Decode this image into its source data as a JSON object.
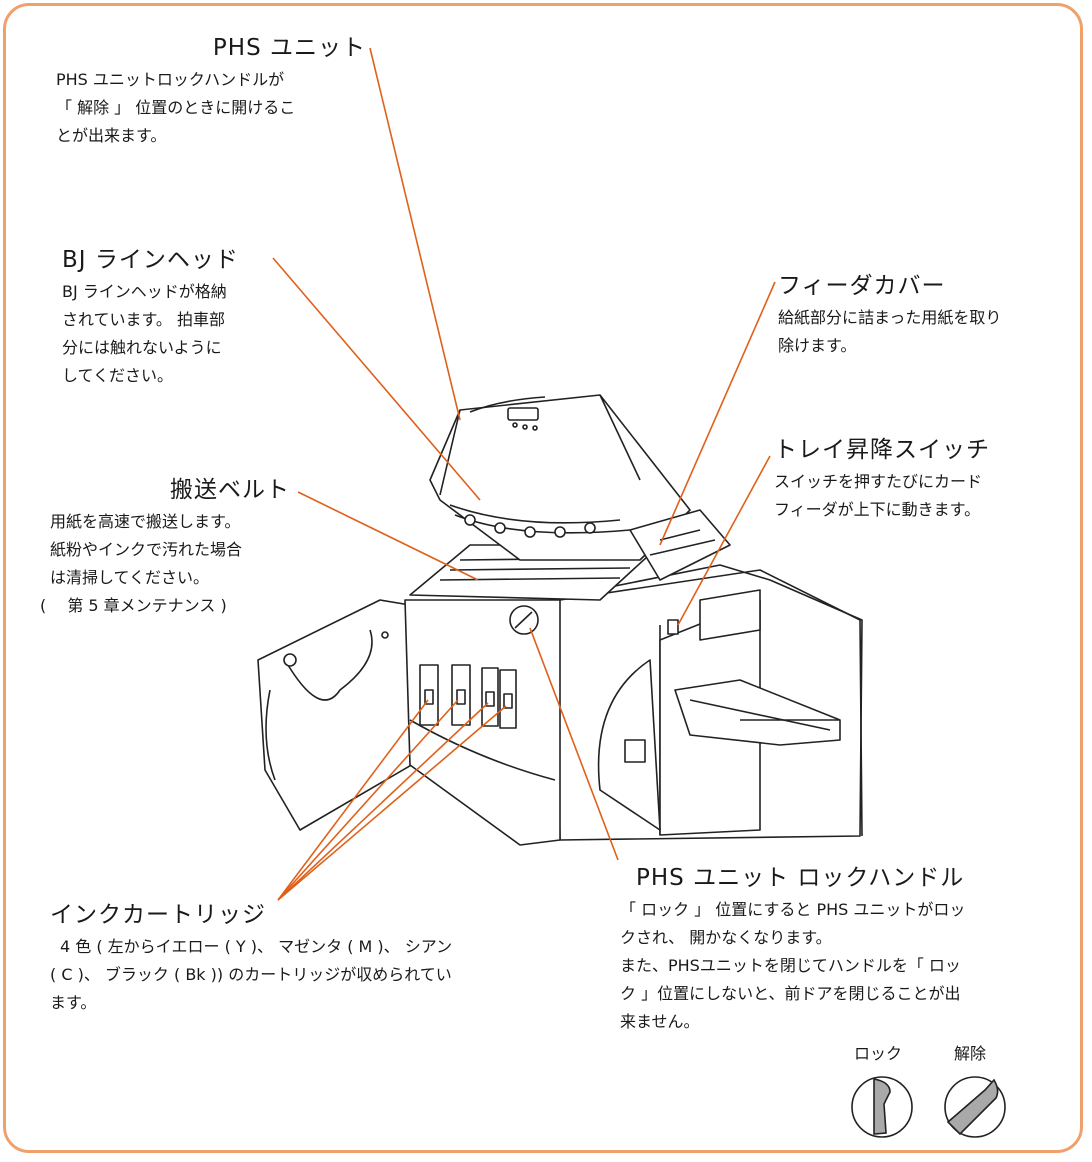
{
  "labels": {
    "phs_unit": {
      "title": "PHS ユニット",
      "lines": [
        "PHS ユニットロックハンドルが",
        "「 解除 」 位置のときに開けるこ",
        "とが出来ます。"
      ]
    },
    "bj_head": {
      "title": "BJ ラインヘッド",
      "lines": [
        "BJ ラインヘッドが格納",
        "されています。 拍車部",
        "分には触れないように",
        "してください。"
      ]
    },
    "belt": {
      "title": "搬送ベルト",
      "lines": [
        "用紙を高速で搬送します。",
        "紙粉やインクで汚れた場合",
        "は清掃してください。",
        "(　 第 5 章メンテナンス )"
      ]
    },
    "feeder": {
      "title": "フィーダカバー",
      "lines": [
        "給紙部分に詰まった用紙を取り",
        "除けます。"
      ]
    },
    "tray": {
      "title": "トレイ昇降スイッチ",
      "lines": [
        "スイッチを押すたびにカード",
        "フィーダが上下に動きます。"
      ]
    },
    "ink": {
      "title": "インクカートリッジ",
      "lines": [
        "4 色 ( 左からイエロー ( Y )、 マゼンタ ( M )、 シアン",
        "( C )、 ブラック ( Bk )) のカートリッジが収められてい",
        "ます。"
      ]
    },
    "lock": {
      "title": "PHS ユニット ロックハンドル",
      "lines": [
        "「 ロック 」 位置にすると PHS ユニットがロッ",
        "クされ、 開かなくなります。",
        "また、PHSユニットを閉じてハンドルを「 ロッ",
        "ク 」位置にしないと、前ドアを閉じることが出",
        "来ません。"
      ]
    },
    "handle_lock": "ロック",
    "handle_release": "解除"
  },
  "colors": {
    "frame": "#f0a06a",
    "leader": "#e0601a",
    "line_art": "#222222",
    "handle_fill": "#a9a9a9"
  }
}
